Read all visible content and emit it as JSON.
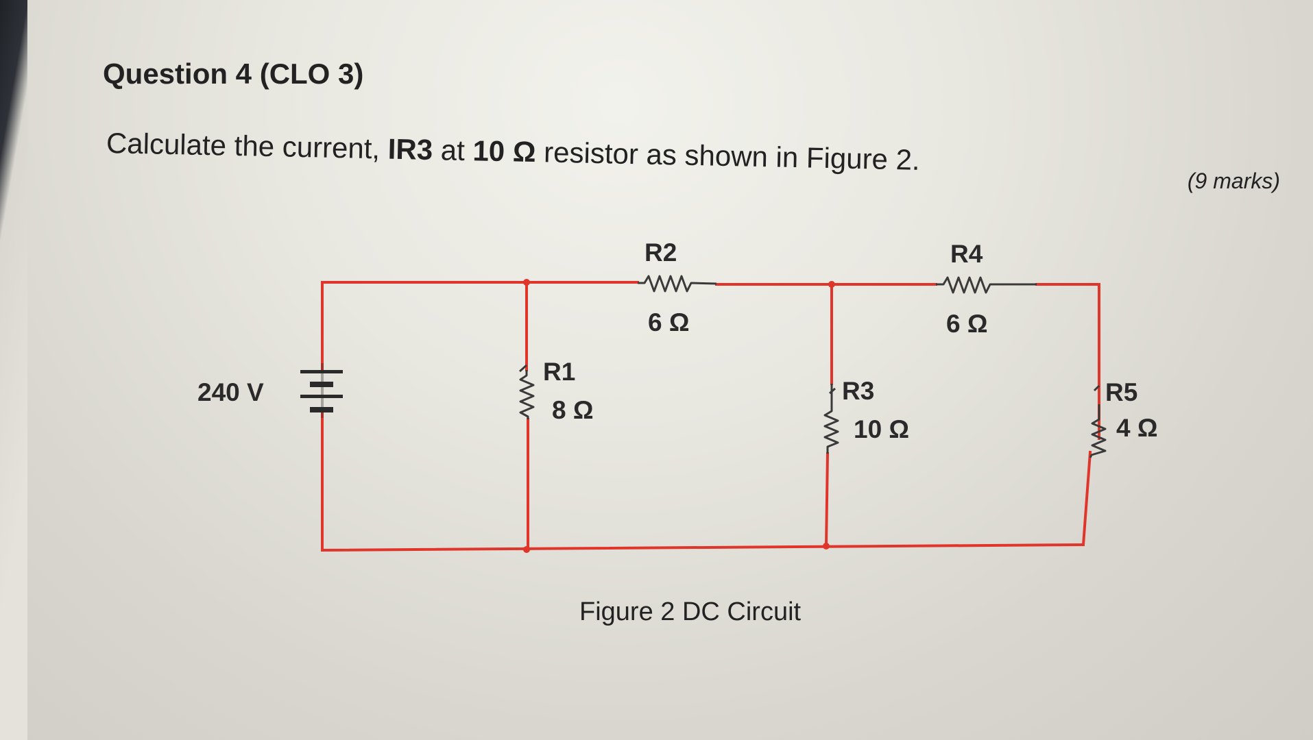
{
  "question": {
    "title": "Question 4 (CLO 3)",
    "text_before": "Calculate the current, ",
    "current_symbol": "IR3",
    "text_mid": " at ",
    "resistor_value": "10 Ω",
    "text_after": " resistor as shown in Figure 2.",
    "marks": "(9 marks)"
  },
  "circuit": {
    "wire_color": "#e0352b",
    "source": {
      "label": "240 V"
    },
    "resistors": [
      {
        "name": "R1",
        "value": "8 Ω"
      },
      {
        "name": "R2",
        "value": "6 Ω"
      },
      {
        "name": "R3",
        "value": "10 Ω"
      },
      {
        "name": "R4",
        "value": "6 Ω"
      },
      {
        "name": "R5",
        "value": "4 Ω"
      }
    ],
    "caption": "Figure 2 DC Circuit"
  }
}
